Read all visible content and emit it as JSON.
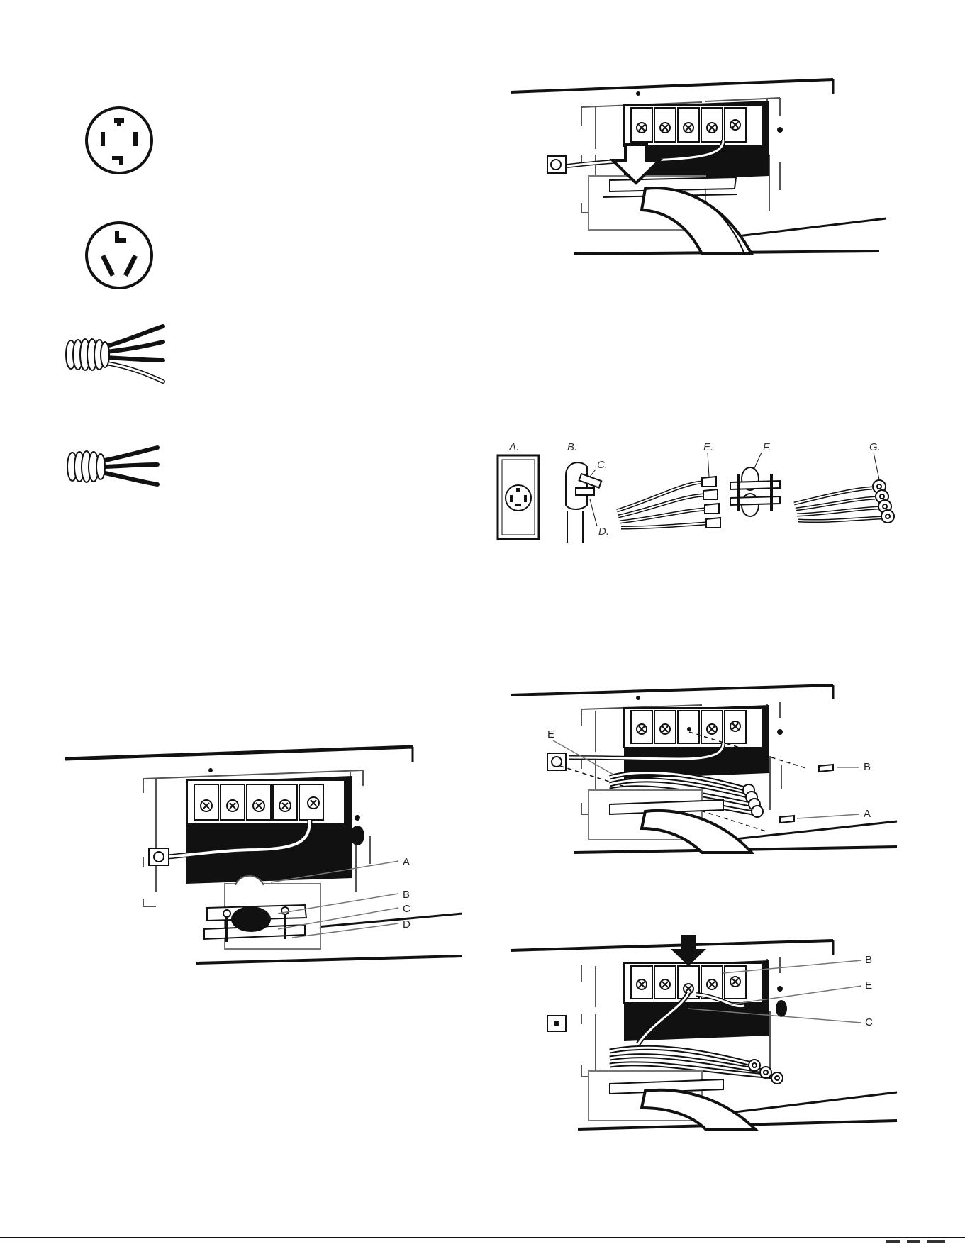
{
  "figures": {
    "four_wire_panel": {
      "labels": [
        "A",
        "B",
        "C",
        "D"
      ]
    },
    "kit_parts": {
      "labels": [
        "A.",
        "B.",
        "C.",
        "D.",
        "E.",
        "F.",
        "G."
      ]
    },
    "ring_terminal_panel": {
      "labels": [
        "E",
        "B",
        "A"
      ]
    },
    "neutral_terminal_panel": {
      "labels": [
        "B",
        "E",
        "C"
      ]
    }
  }
}
